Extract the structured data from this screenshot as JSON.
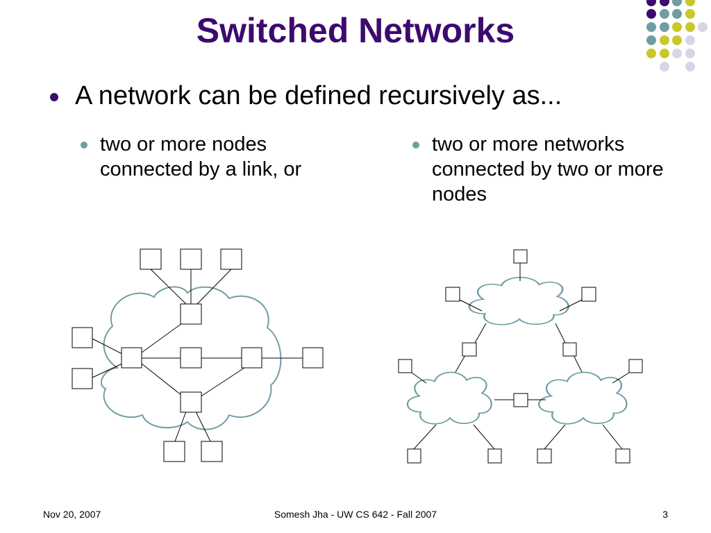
{
  "slide": {
    "title": "Switched Networks",
    "bullet_main": "A network can be defined recursively as...",
    "sub_bullets": [
      "two or more nodes connected by a link, or",
      "two or more networks connected by two or more nodes"
    ]
  },
  "footer": {
    "date": "Nov 20, 2007",
    "center": "Somesh Jha - UW CS 642 - Fall 2007",
    "page": "3"
  },
  "colors": {
    "title": "#3d0a6e",
    "cloud_outline": "#6e9ea3",
    "dot_purple": "#3d0a6e",
    "dot_teal": "#6e9ea3",
    "dot_olive": "#c8c82a",
    "dot_lavender": "#d7d5e6"
  }
}
